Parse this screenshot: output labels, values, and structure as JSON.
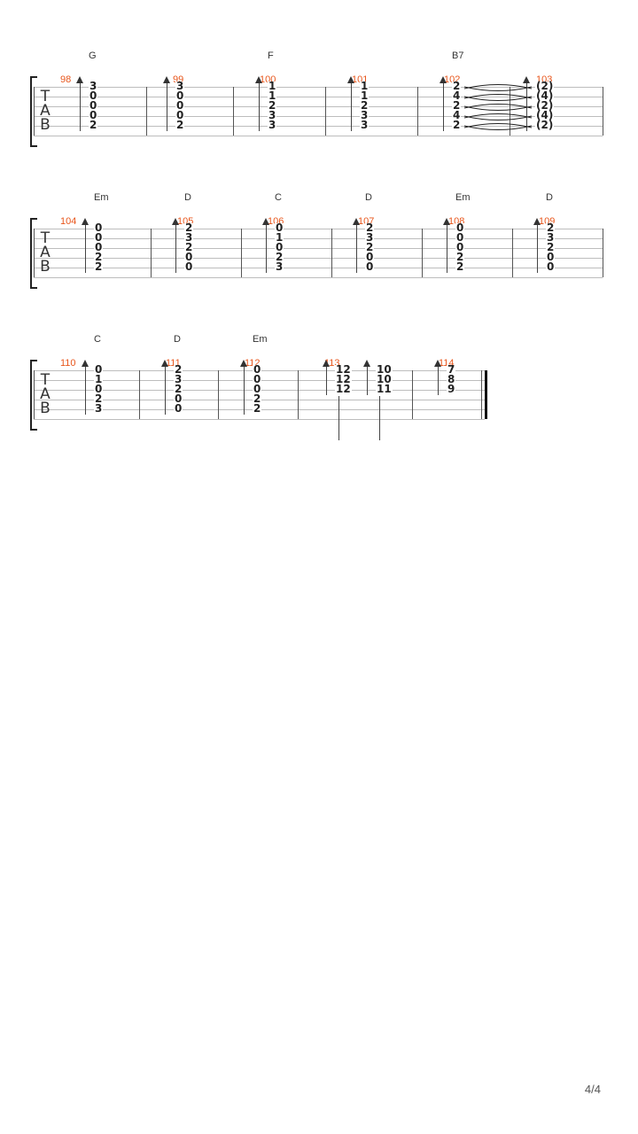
{
  "page_number": "4/4",
  "systems": [
    {
      "measures": [
        {
          "number": "98",
          "chord": "G",
          "notes": [
            {
              "frets": [
                "3",
                "0",
                "0",
                "0",
                "2"
              ]
            }
          ]
        },
        {
          "number": "99",
          "chord": "",
          "notes": [
            {
              "frets": [
                "3",
                "0",
                "0",
                "0",
                "2"
              ]
            }
          ]
        },
        {
          "number": "100",
          "chord": "F",
          "notes": [
            {
              "frets": [
                "1",
                "1",
                "2",
                "3",
                "3"
              ]
            }
          ]
        },
        {
          "number": "101",
          "chord": "",
          "notes": [
            {
              "frets": [
                "1",
                "1",
                "2",
                "3",
                "3"
              ]
            }
          ]
        },
        {
          "number": "102",
          "chord": "B7",
          "notes": [
            {
              "frets": [
                "2",
                "4",
                "2",
                "4",
                "2"
              ]
            }
          ]
        },
        {
          "number": "103",
          "chord": "",
          "notes": [
            {
              "frets": [
                "(2)",
                "(4)",
                "(2)",
                "(4)",
                "(2)"
              ]
            }
          ]
        }
      ]
    },
    {
      "measures": [
        {
          "number": "104",
          "chord": "Em",
          "notes": [
            {
              "frets": [
                "0",
                "0",
                "0",
                "2",
                "2"
              ]
            }
          ]
        },
        {
          "number": "105",
          "chord": "D",
          "notes": [
            {
              "frets": [
                "2",
                "3",
                "2",
                "0",
                "0"
              ]
            }
          ]
        },
        {
          "number": "106",
          "chord": "C",
          "notes": [
            {
              "frets": [
                "0",
                "1",
                "0",
                "2",
                "3"
              ]
            }
          ]
        },
        {
          "number": "107",
          "chord": "D",
          "notes": [
            {
              "frets": [
                "2",
                "3",
                "2",
                "0",
                "0"
              ]
            }
          ]
        },
        {
          "number": "108",
          "chord": "Em",
          "notes": [
            {
              "frets": [
                "0",
                "0",
                "0",
                "2",
                "2"
              ]
            }
          ]
        },
        {
          "number": "109",
          "chord": "D",
          "notes": [
            {
              "frets": [
                "2",
                "3",
                "2",
                "0",
                "0"
              ]
            }
          ]
        }
      ]
    },
    {
      "measures": [
        {
          "number": "110",
          "chord": "C",
          "notes": [
            {
              "frets": [
                "0",
                "1",
                "0",
                "2",
                "3"
              ]
            }
          ]
        },
        {
          "number": "111",
          "chord": "D",
          "notes": [
            {
              "frets": [
                "2",
                "3",
                "2",
                "0",
                "0"
              ]
            }
          ]
        },
        {
          "number": "112",
          "chord": "Em",
          "notes": [
            {
              "frets": [
                "0",
                "0",
                "0",
                "2",
                "2"
              ]
            }
          ]
        },
        {
          "number": "113",
          "chord": "",
          "notes": [
            {
              "frets": [
                "12",
                "12",
                "12"
              ]
            },
            {
              "frets": [
                "10",
                "10",
                "11"
              ]
            }
          ]
        },
        {
          "number": "114",
          "chord": "",
          "notes": [
            {
              "frets": [
                "7",
                "8",
                "9"
              ]
            }
          ]
        }
      ]
    }
  ]
}
